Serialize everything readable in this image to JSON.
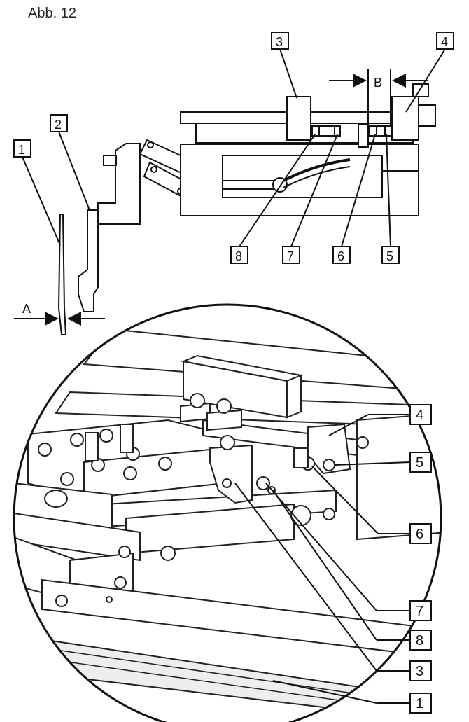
{
  "figure": {
    "caption": "Abb. 12"
  },
  "top_view": {
    "dimension_a": "A",
    "dimension_b": "B",
    "callouts": [
      "1",
      "2",
      "3",
      "4",
      "8",
      "7",
      "6",
      "5"
    ]
  },
  "detail_view": {
    "callouts": [
      "4",
      "5",
      "6",
      "7",
      "8",
      "3",
      "1"
    ]
  }
}
